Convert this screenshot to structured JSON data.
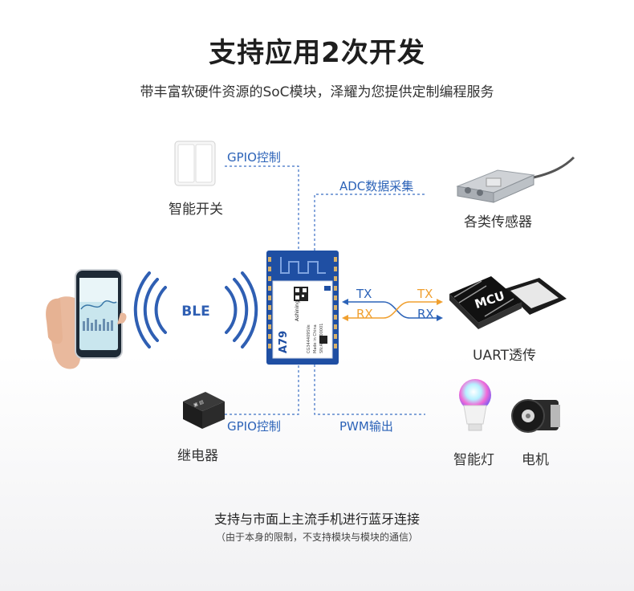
{
  "header": {
    "title": "支持应用2次开发",
    "subtitle": "带丰富软硬件资源的SoC模块，泽耀为您提供定制编程服务"
  },
  "module": {
    "model": "A79",
    "brand": "Ashining",
    "chip_code": "CG344409SVe",
    "origin": "Made in China",
    "sn": "SN:A12300001"
  },
  "ble_label": "BLE",
  "connections": {
    "gpio_top": "GPIO控制",
    "adc": "ADC数据采集",
    "gpio_bottom": "GPIO控制",
    "pwm": "PWM输出"
  },
  "uart_lines": {
    "tx_left": "TX",
    "rx_left": "RX",
    "tx_right": "TX",
    "rx_right": "RX"
  },
  "devices": {
    "smart_switch": "智能开关",
    "sensors": "各类传感器",
    "uart": "UART透传",
    "relay": "继电器",
    "smart_light": "智能灯",
    "motor": "电机",
    "mcu_chip": "MCU"
  },
  "footer": {
    "main": "支持与市面上主流手机进行蓝牙连接",
    "note": "（由于本身的限制，不支持模块与模块的通信）"
  },
  "colors": {
    "accent_blue": "#2c63b8",
    "module_blue": "#1f4fa3",
    "orange": "#f0a030"
  }
}
